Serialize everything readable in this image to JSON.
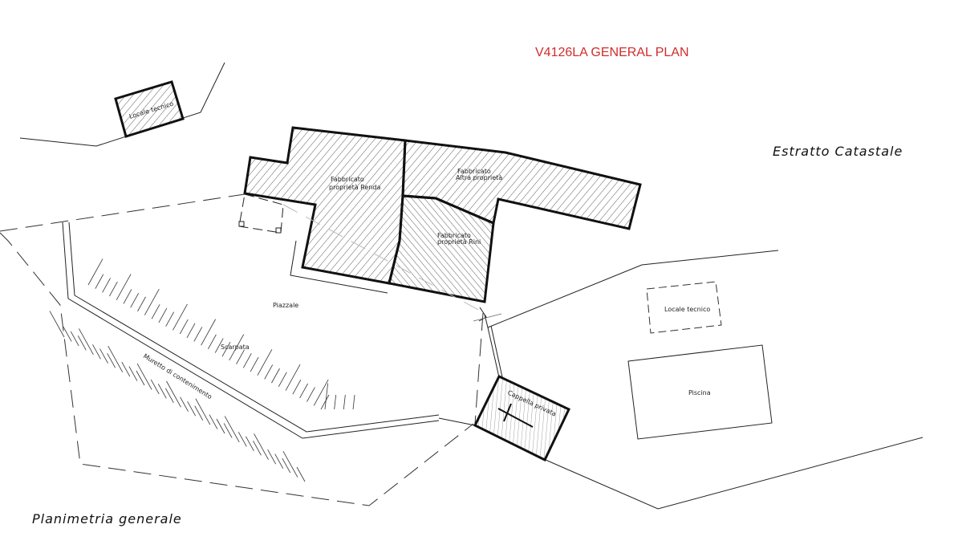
{
  "title": "V4126LA GENERAL PLAN",
  "headings": {
    "estratto": "Estratto Catastale",
    "planimetria": "Planimetria generale"
  },
  "labels": {
    "locale_tecnico_top": "Locale tecnico",
    "renda_1": "Fabbricato",
    "renda_2": "proprietà Renda",
    "altra_1": "Fabbricato",
    "altra_2": "Altra proprietà",
    "rini_1": "Fabbricato",
    "rini_2": "proprietà Rini",
    "piazzale": "Piazzale",
    "scarpata": "Scarpata",
    "muretto": "Muretto di contenimento",
    "cappella": "Cappella privata",
    "locale_tecnico_right": "Locale tecnico",
    "piscina": "Piscina"
  },
  "colors": {
    "title": "#d22b2b",
    "lines": "#111111"
  }
}
